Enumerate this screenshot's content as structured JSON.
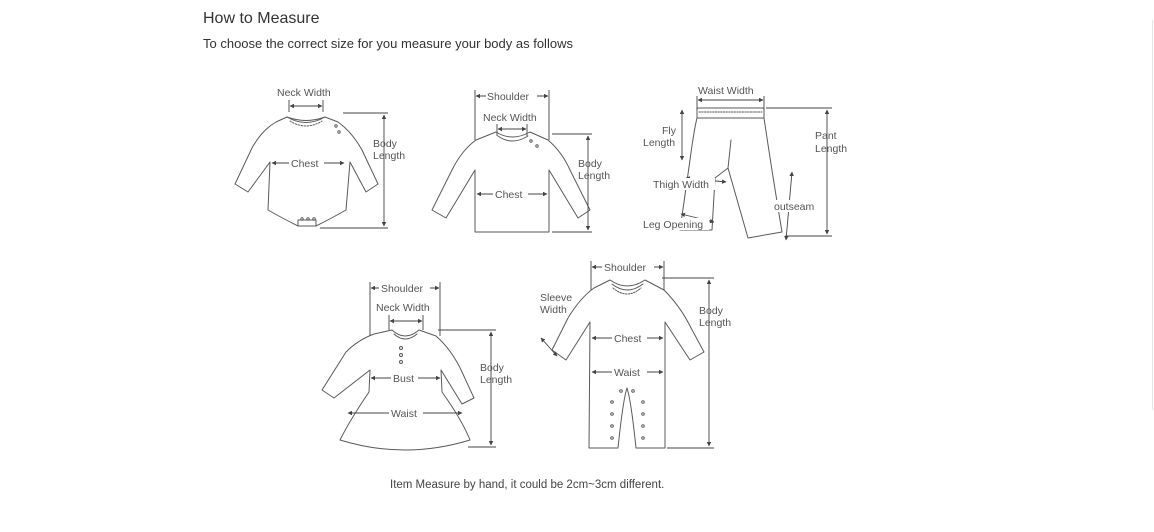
{
  "header": {
    "title": "How to Measure",
    "subtitle": "To choose the correct size for you measure your body as follows"
  },
  "footer": {
    "note": "Item Measure by hand, it could be 2cm~3cm different."
  },
  "diagrams": {
    "bodysuit": {
      "neck_width": "Neck Width",
      "chest": "Chest",
      "body_length_1": "Body",
      "body_length_2": "Length"
    },
    "top": {
      "shoulder": "Shoulder",
      "neck_width": "Neck Width",
      "chest": "Chest",
      "body_length_1": "Body",
      "body_length_2": "Length"
    },
    "pants": {
      "waist_width": "Waist Width",
      "fly_length_1": "Fly",
      "fly_length_2": "Length",
      "pant_length_1": "Pant",
      "pant_length_2": "Length",
      "thigh_width": "Thigh Width",
      "outseam": "outseam",
      "leg_opening": "Leg Opening"
    },
    "dress": {
      "shoulder": "Shoulder",
      "neck_width": "Neck Width",
      "bust": "Bust",
      "waist": "Waist",
      "body_length_1": "Body",
      "body_length_2": "Length"
    },
    "romper": {
      "shoulder": "Shoulder",
      "sleeve_width_1": "Sleeve",
      "sleeve_width_2": "Width",
      "chest": "Chest",
      "waist": "Waist",
      "body_length_1": "Body",
      "body_length_2": "Length"
    }
  }
}
